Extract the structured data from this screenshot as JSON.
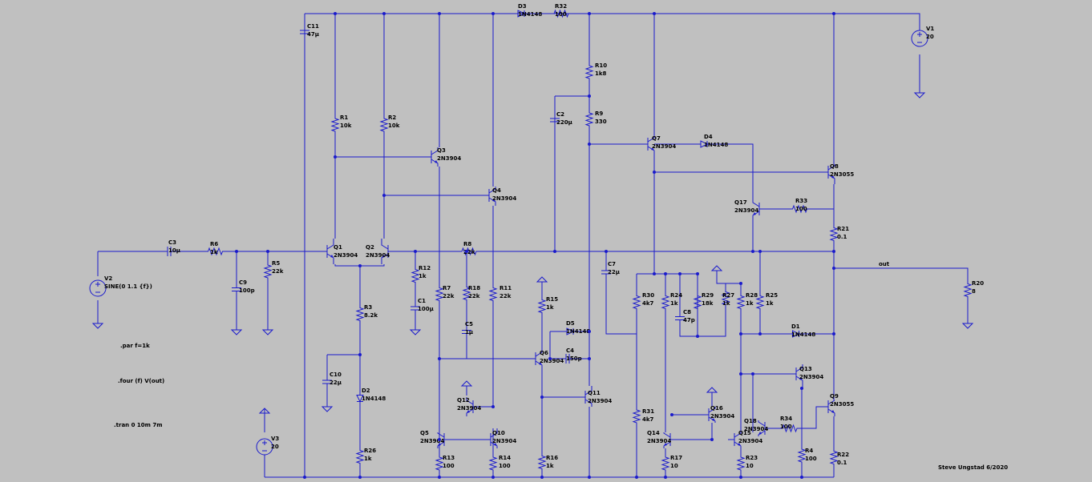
{
  "colors": {
    "background": "#c0c0c0",
    "wire": "#1a1acc",
    "text": "#000000"
  },
  "net_label": "out",
  "signature": "Steve Ungstad 6/2020",
  "directives": [
    ".par f=1k",
    ".four (f) V(out)",
    ".tran 0 10m 7m"
  ],
  "components": {
    "V1": {
      "ref": "V1",
      "value": "20"
    },
    "V2": {
      "ref": "V2",
      "value": "SINE(0 1.1 {f})"
    },
    "V3": {
      "ref": "V3",
      "value": "20"
    },
    "C1": {
      "ref": "C1",
      "value": "100µ"
    },
    "C2": {
      "ref": "C2",
      "value": "220µ"
    },
    "C3": {
      "ref": "C3",
      "value": "10µ"
    },
    "C4": {
      "ref": "C4",
      "value": "150p"
    },
    "C5": {
      "ref": "C5",
      "value": "1µ"
    },
    "C7": {
      "ref": "C7",
      "value": "22µ"
    },
    "C8": {
      "ref": "C8",
      "value": "47p"
    },
    "C9": {
      "ref": "C9",
      "value": "100p"
    },
    "C10": {
      "ref": "C10",
      "value": "22µ"
    },
    "C11": {
      "ref": "C11",
      "value": "47µ"
    },
    "R1": {
      "ref": "R1",
      "value": "10k"
    },
    "R2": {
      "ref": "R2",
      "value": "10k"
    },
    "R3": {
      "ref": "R3",
      "value": "8.2k"
    },
    "R4": {
      "ref": "R4",
      "value": "100"
    },
    "R5": {
      "ref": "R5",
      "value": "22k"
    },
    "R6": {
      "ref": "R6",
      "value": "1k"
    },
    "R7": {
      "ref": "R7",
      "value": "22k"
    },
    "R8": {
      "ref": "R8",
      "value": "22k"
    },
    "R9": {
      "ref": "R9",
      "value": "330"
    },
    "R10": {
      "ref": "R10",
      "value": "1k8"
    },
    "R11": {
      "ref": "R11",
      "value": "22k"
    },
    "R12": {
      "ref": "R12",
      "value": "1k"
    },
    "R13": {
      "ref": "R13",
      "value": "100"
    },
    "R14": {
      "ref": "R14",
      "value": "100"
    },
    "R15": {
      "ref": "R15",
      "value": "1k"
    },
    "R16": {
      "ref": "R16",
      "value": "1k"
    },
    "R17": {
      "ref": "R17",
      "value": "10"
    },
    "R18": {
      "ref": "R18",
      "value": "22k"
    },
    "R20": {
      "ref": "R20",
      "value": "8"
    },
    "R21": {
      "ref": "R21",
      "value": "0.1"
    },
    "R22": {
      "ref": "R22",
      "value": "0.1"
    },
    "R23": {
      "ref": "R23",
      "value": "10"
    },
    "R24": {
      "ref": "R24",
      "value": "1k"
    },
    "R25": {
      "ref": "R25",
      "value": "1k"
    },
    "R26": {
      "ref": "R26",
      "value": "1k"
    },
    "R27": {
      "ref": "R27",
      "value": "1k"
    },
    "R28": {
      "ref": "R28",
      "value": "1k"
    },
    "R29": {
      "ref": "R29",
      "value": "18k"
    },
    "R30": {
      "ref": "R30",
      "value": "4k7"
    },
    "R31": {
      "ref": "R31",
      "value": "4k7"
    },
    "R32": {
      "ref": "R32",
      "value": "100"
    },
    "R33": {
      "ref": "R33",
      "value": "100"
    },
    "R34": {
      "ref": "R34",
      "value": "100"
    },
    "D1": {
      "ref": "D1",
      "value": "1N4148"
    },
    "D2": {
      "ref": "D2",
      "value": "1N4148"
    },
    "D3": {
      "ref": "D3",
      "value": "1N4148"
    },
    "D4": {
      "ref": "D4",
      "value": "1N4148"
    },
    "D5": {
      "ref": "D5",
      "value": "1N4148"
    },
    "Q1": {
      "ref": "Q1",
      "value": "2N3904"
    },
    "Q2": {
      "ref": "Q2",
      "value": "2N3904"
    },
    "Q3": {
      "ref": "Q3",
      "value": "2N3904"
    },
    "Q4": {
      "ref": "Q4",
      "value": "2N3904"
    },
    "Q5": {
      "ref": "Q5",
      "value": "2N3904"
    },
    "Q6": {
      "ref": "Q6",
      "value": "2N3904"
    },
    "Q7": {
      "ref": "Q7",
      "value": "2N3904"
    },
    "Q8": {
      "ref": "Q8",
      "value": "2N3055"
    },
    "Q9": {
      "ref": "Q9",
      "value": "2N3055"
    },
    "Q10": {
      "ref": "Q10",
      "value": "2N3904"
    },
    "Q11": {
      "ref": "Q11",
      "value": "2N3904"
    },
    "Q12": {
      "ref": "Q12",
      "value": "2N3904"
    },
    "Q13": {
      "ref": "Q13",
      "value": "2N3904"
    },
    "Q14": {
      "ref": "Q14",
      "value": "2N3904"
    },
    "Q15": {
      "ref": "Q15",
      "value": "2N3904"
    },
    "Q16": {
      "ref": "Q16",
      "value": "2N3904"
    },
    "Q17": {
      "ref": "Q17",
      "value": "2N3904"
    },
    "Q18": {
      "ref": "Q18",
      "value": "2N3904"
    }
  }
}
